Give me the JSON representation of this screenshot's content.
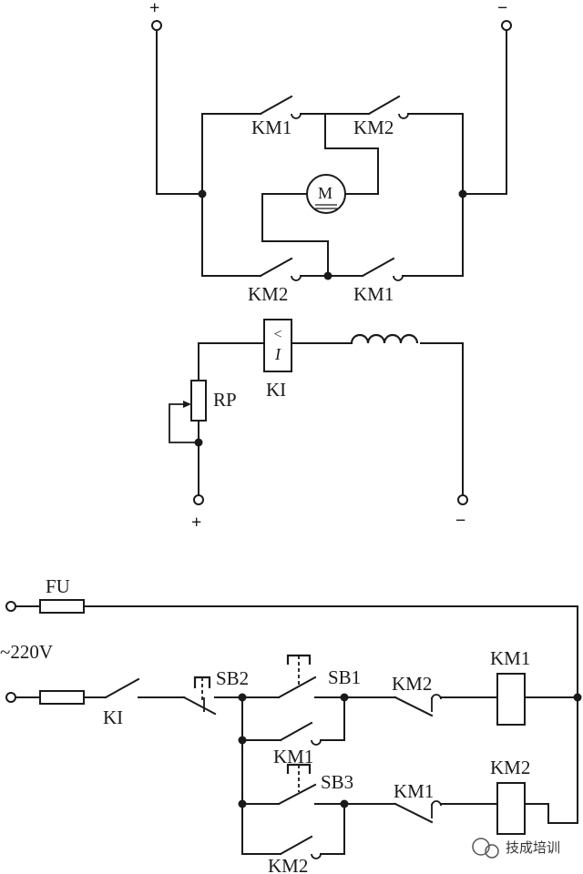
{
  "armature": {
    "plus": "+",
    "minus": "−",
    "km1_top": "KM1",
    "km2_top": "KM2",
    "km2_bottom": "KM2",
    "km1_bottom": "KM1",
    "motor": "M"
  },
  "field": {
    "relay_symbol": "I<",
    "relay_label": "KI",
    "rheostat": "RP",
    "plus": "+",
    "minus": "−"
  },
  "control": {
    "fuse": "FU",
    "supply": "~220V",
    "ki_contact": "KI",
    "sb2": "SB2",
    "sb1": "SB1",
    "km1_hold": "KM1",
    "sb3": "SB3",
    "km2_hold": "KM2",
    "km2_interlock": "KM2",
    "km1_interlock": "KM1",
    "km1_coil": "KM1",
    "km2_coil": "KM2"
  },
  "watermark": "技成培训"
}
